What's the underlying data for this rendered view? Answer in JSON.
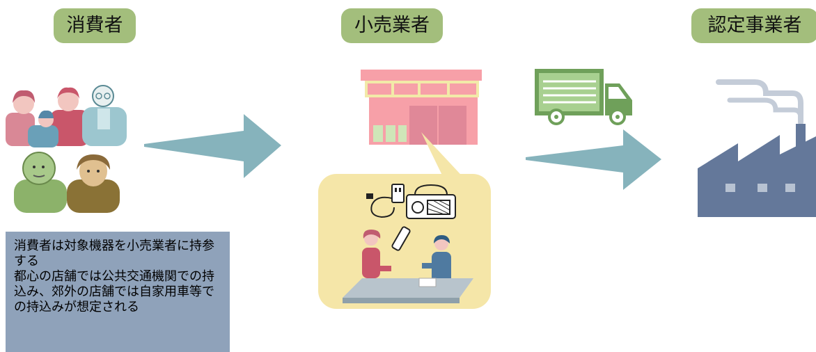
{
  "labels": {
    "consumer": "消費者",
    "retailer": "小売業者",
    "certified": "認定事業者"
  },
  "note": {
    "line1": "消費者は対象機器を小売業者に持参する",
    "line2": "都心の店舗では公共交通機関での持込み、郊外の店舗では自家用車等での持込みが想定される"
  },
  "colors": {
    "label_bg": "#a3be7c",
    "note_bg": "#8fa2ba",
    "arrow": "#86b3bc",
    "store": "#f7a0a8",
    "truck": "#6fa05a",
    "factory": "#64789a",
    "bubble": "#f5e6a8"
  }
}
